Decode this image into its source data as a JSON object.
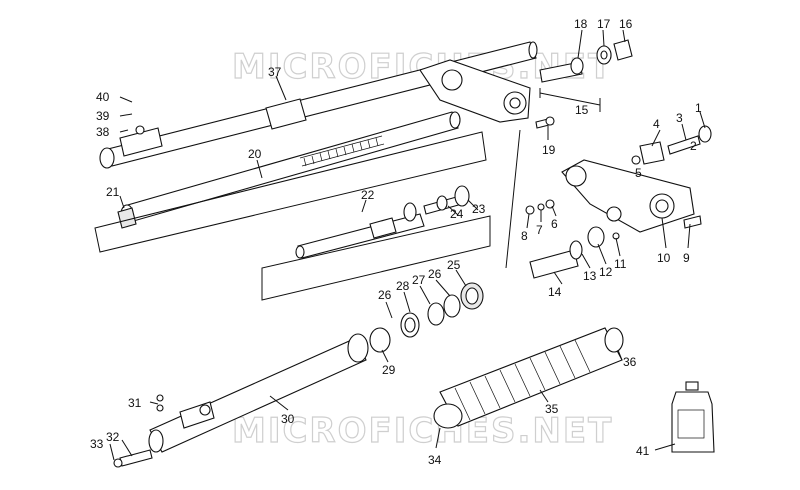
{
  "watermark": {
    "top": "MICROFICHES.NET",
    "bottom": "MICROFICHES.NET"
  },
  "callouts": [
    {
      "id": "1",
      "label": "1"
    },
    {
      "id": "2",
      "label": "2"
    },
    {
      "id": "3",
      "label": "3"
    },
    {
      "id": "4",
      "label": "4"
    },
    {
      "id": "5",
      "label": "5"
    },
    {
      "id": "6",
      "label": "6"
    },
    {
      "id": "7",
      "label": "7"
    },
    {
      "id": "8",
      "label": "8"
    },
    {
      "id": "9",
      "label": "9"
    },
    {
      "id": "10",
      "label": "10"
    },
    {
      "id": "11",
      "label": "11"
    },
    {
      "id": "12",
      "label": "12"
    },
    {
      "id": "13",
      "label": "13"
    },
    {
      "id": "14",
      "label": "14"
    },
    {
      "id": "15",
      "label": "15"
    },
    {
      "id": "16",
      "label": "16"
    },
    {
      "id": "17",
      "label": "17"
    },
    {
      "id": "18",
      "label": "18"
    },
    {
      "id": "19",
      "label": "19"
    },
    {
      "id": "20",
      "label": "20"
    },
    {
      "id": "21",
      "label": "21"
    },
    {
      "id": "22",
      "label": "22"
    },
    {
      "id": "23",
      "label": "23"
    },
    {
      "id": "24",
      "label": "24"
    },
    {
      "id": "25",
      "label": "25"
    },
    {
      "id": "26a",
      "label": "26"
    },
    {
      "id": "26b",
      "label": "26"
    },
    {
      "id": "27",
      "label": "27"
    },
    {
      "id": "28",
      "label": "28"
    },
    {
      "id": "29",
      "label": "29"
    },
    {
      "id": "30",
      "label": "30"
    },
    {
      "id": "31",
      "label": "31"
    },
    {
      "id": "32",
      "label": "32"
    },
    {
      "id": "33",
      "label": "33"
    },
    {
      "id": "34",
      "label": "34"
    },
    {
      "id": "35",
      "label": "35"
    },
    {
      "id": "36",
      "label": "36"
    },
    {
      "id": "37",
      "label": "37"
    },
    {
      "id": "38",
      "label": "38"
    },
    {
      "id": "39",
      "label": "39"
    },
    {
      "id": "40",
      "label": "40"
    },
    {
      "id": "41",
      "label": "41"
    }
  ]
}
